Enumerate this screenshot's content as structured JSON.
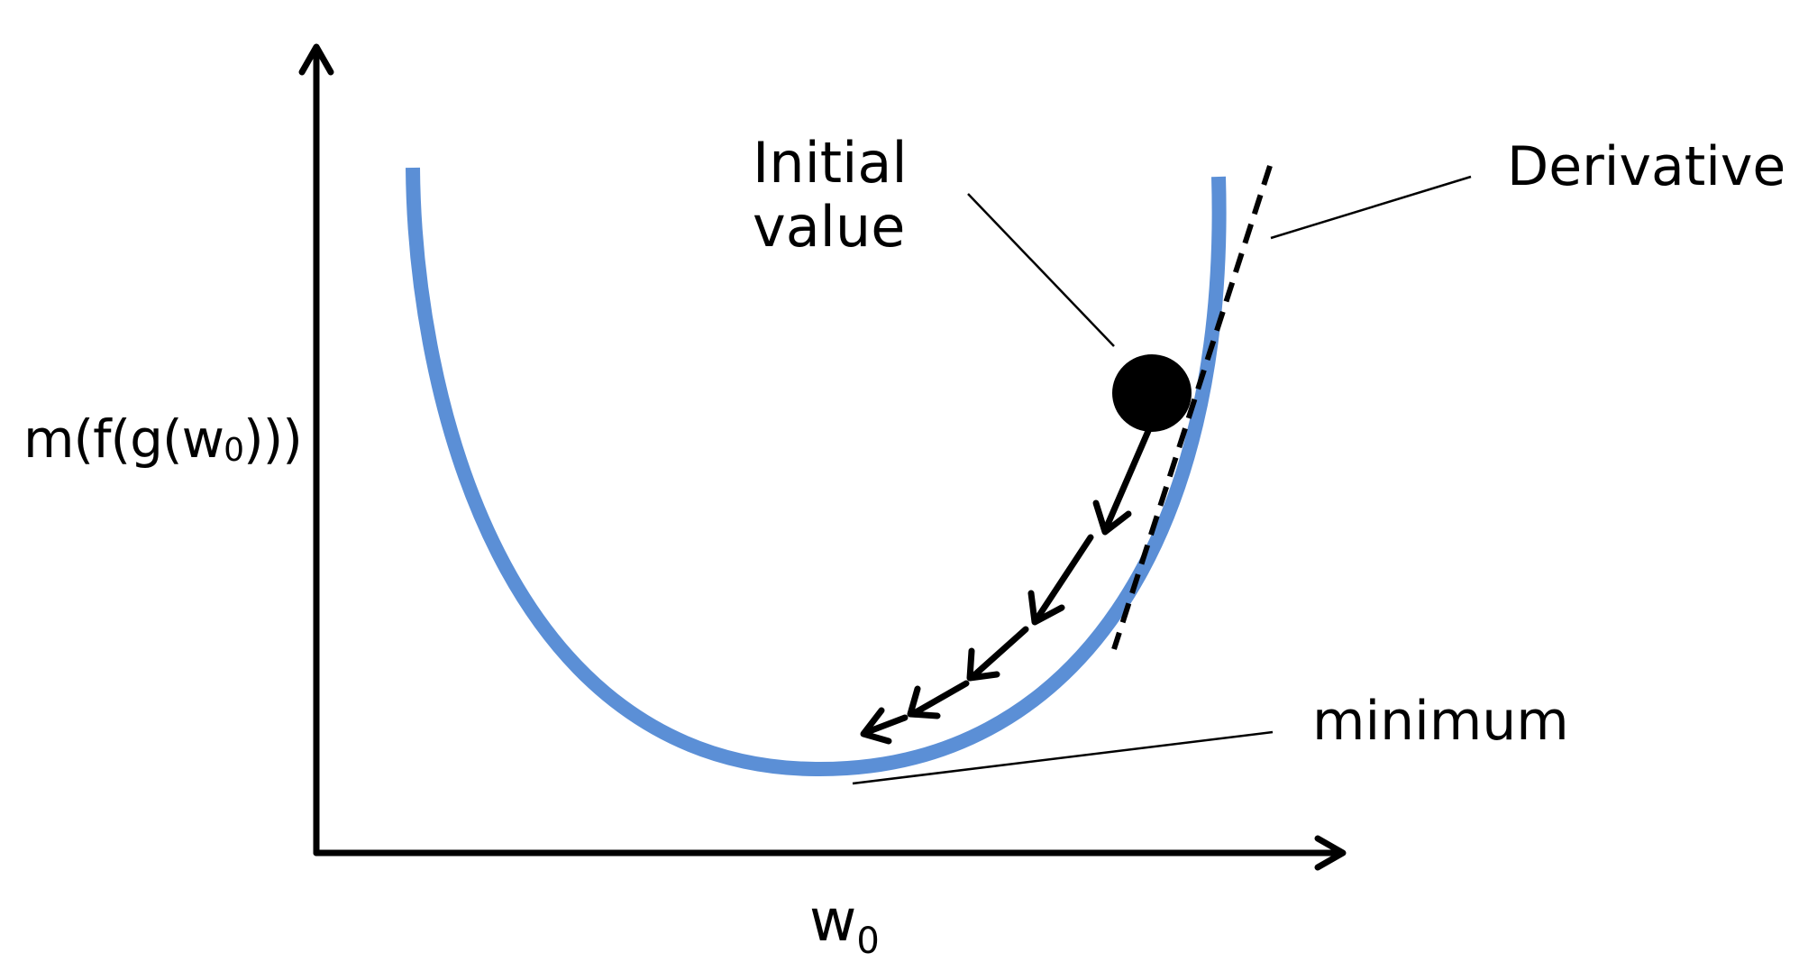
{
  "labels": {
    "y_axis_main": "m(f(g(w",
    "y_axis_sub": "0",
    "y_axis_tail": ")))",
    "x_axis_main": "w",
    "x_axis_sub": "0",
    "initial_line1": "Initial",
    "initial_line2": "value",
    "derivative": "Derivative",
    "minimum": "minimum"
  },
  "colors": {
    "curve": "#5b8fd6",
    "ink": "#000000",
    "background": "#ffffff"
  },
  "elements": {
    "curve": "u-shaped loss curve",
    "tangent": "dashed tangent line",
    "ball": "filled black circle",
    "step_arrows": 5
  }
}
